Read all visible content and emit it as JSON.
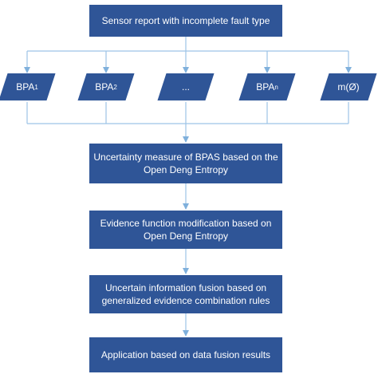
{
  "boxes": {
    "top": "Sensor report with incomplete fault type",
    "uncertainty_line1": "Uncertainty measure of BPAS based on the",
    "uncertainty_line2": "Open Deng Entropy",
    "modification_line1": "Evidence function modification based on",
    "modification_line2": "Open Deng Entropy",
    "fusion_line1": "Uncertain information fusion based on",
    "fusion_line2": "generalized evidence combination rules",
    "application": "Application based on data fusion results"
  },
  "parallelograms": [
    {
      "base": "BPA",
      "sub": "1"
    },
    {
      "base": "BPA",
      "sub": "2"
    },
    {
      "base": "...",
      "sub": ""
    },
    {
      "base": "BPA",
      "sub": "n"
    },
    {
      "base": "m(Ø)",
      "sub": ""
    }
  ],
  "colors": {
    "box": "#2f5597",
    "connector": "#9dc3e6"
  }
}
